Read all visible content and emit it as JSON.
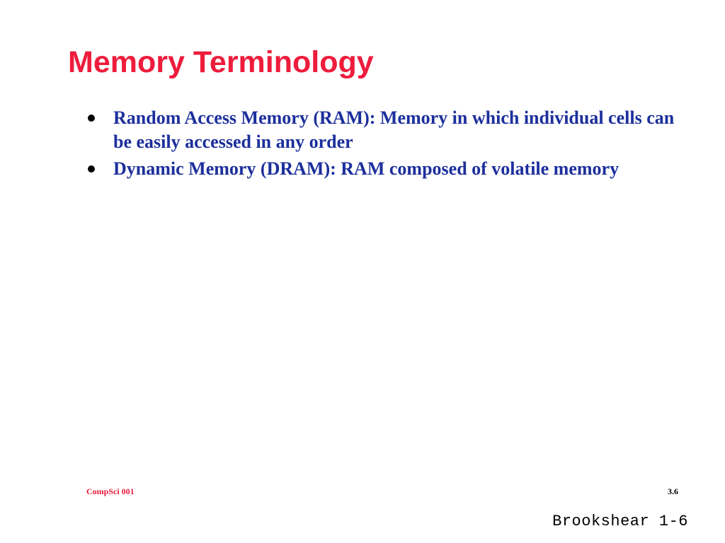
{
  "slide": {
    "title": "Memory Terminology",
    "bullets": [
      {
        "text": "Random Access Memory (RAM): Memory in which individual cells can be easily accessed in any order"
      },
      {
        "text": "Dynamic Memory (DRAM): RAM composed of volatile memory"
      }
    ],
    "footer_left": "CompSci 001",
    "slide_number": "3.6"
  },
  "caption": "Brookshear 1-6",
  "colors": {
    "title": "#ee1c3c",
    "bullet_text": "#1c2f9c",
    "footer_left": "#e81c3c"
  }
}
